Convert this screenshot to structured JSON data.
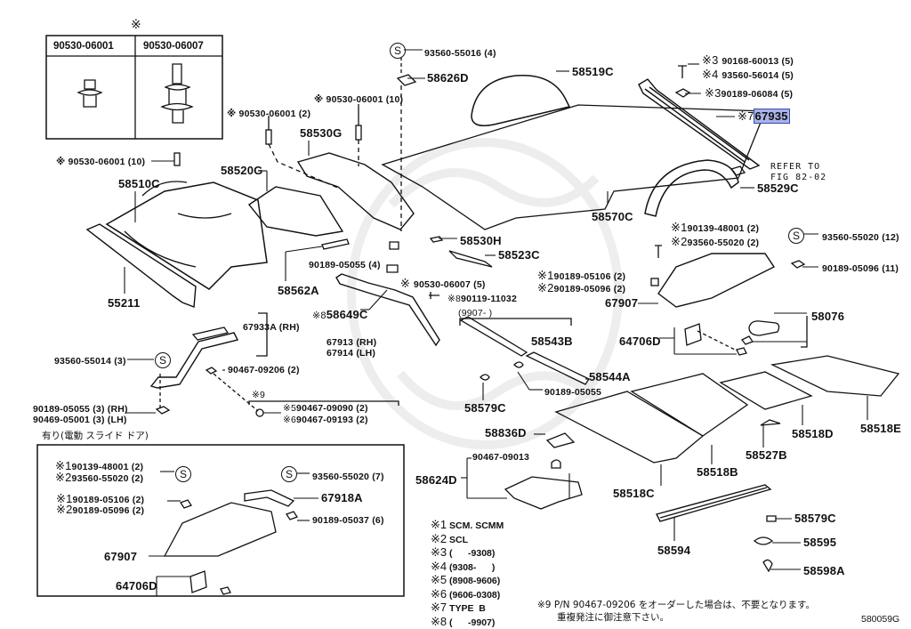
{
  "diagram": {
    "title_code": "580059G",
    "inset_table": {
      "mark": "※",
      "columns": [
        "90530-06001",
        "90530-06007"
      ]
    },
    "labels": {
      "l_90530_06001_10a": "※ 90530-06001 (10)",
      "l_90530_06001_2": "※ 90530-06001 (2)",
      "l_90530_06001_10b": "※ 90530-06001 (10)",
      "l_93560_55016": "93560-55016 (4)",
      "l_58626D": "58626D",
      "l_58519C": "58519C",
      "l_58530G": "58530G",
      "l_58520G": "58520G",
      "l_58510C": "58510C",
      "l_55211": "55211",
      "l_58562A": "58562A",
      "l_90189_05055_4": "90189-05055 (4)",
      "l_90530_06007_5": "90530-06007 (5)",
      "l_90119_11032": "90119-11032",
      "l_58530H": "58530H",
      "l_58523C": "58523C",
      "l_58570C": "58570C",
      "l_58529C": "58529C",
      "l_refer": "REFER TO",
      "l_refer2": "FIG 82-02",
      "l_67935": "67935",
      "l_90168_60013": "90168-60013 (5)",
      "l_93560_56014": "93560-56014 (5)",
      "l_90189_06084": "90189-06084 (5)",
      "l_90139_48001_r": "90139-48001 (2)",
      "l_93560_55020_r2": "93560-55020 (2)",
      "l_93560_55020_12": "93560-55020 (12)",
      "l_90189_05096_11": "90189-05096 (11)",
      "l_90189_05106_c": "90189-05106 (2)",
      "l_90189_05096_c": "90189-05096 (2)",
      "l_67907_r": "67907",
      "l_58076": "58076",
      "l_64706D_r": "64706D",
      "l_58649C": "58649C",
      "l_9907": "(9907-        )",
      "l_58543B": "58543B",
      "l_58544A": "58544A",
      "l_90189_05055": "90189-05055",
      "l_58579C_a": "58579C",
      "l_67933A": "67933A (RH)",
      "l_67913": "67913 (RH)",
      "l_67914": "67914 (LH)",
      "l_93560_55014": "93560-55014 (3)",
      "l_90467_09206": "90467-09206 (2)",
      "l_note9": "※9",
      "l_90467_09090": "90467-09090 (2)",
      "l_90467_09193": "90467-09193 (2)",
      "l_90189_05055_3": "90189-05055 (3) (RH)",
      "l_90469_05001_3": "90469-05001 (3) (LH)",
      "l_58836D": "58836D",
      "l_90467_09013": "90467-09013",
      "l_58624D": "58624D",
      "l_58518C": "58518C",
      "l_58518B": "58518B",
      "l_58527B": "58527B",
      "l_58518D": "58518D",
      "l_58518E": "58518E",
      "l_58594": "58594",
      "l_58579C_b": "58579C",
      "l_58595": "58595",
      "l_58598A": "58598A"
    },
    "sub_box": {
      "caption": "有り(電動 スライド ドア)",
      "labels": {
        "b_90139_48001": "90139-48001 (2)",
        "b_93560_55020_2": "93560-55020 (2)",
        "b_90189_05106": "90189-05106 (2)",
        "b_90189_05096": "90189-05096 (2)",
        "b_93560_55020_7": "93560-55020 (7)",
        "b_67918A": "67918A",
        "b_90189_05037": "90189-05037 (6)",
        "b_67907": "67907",
        "b_64706D": "64706D"
      }
    },
    "legend": [
      {
        "mark": "※1",
        "text": "SCM. SCMM"
      },
      {
        "mark": "※2",
        "text": "SCL"
      },
      {
        "mark": "※3",
        "text": "(      -9308)"
      },
      {
        "mark": "※4",
        "text": "(9308-      )"
      },
      {
        "mark": "※5",
        "text": "(8908-9606)"
      },
      {
        "mark": "※6",
        "text": "(9606-0308)"
      },
      {
        "mark": "※7",
        "text": "TYPE  B"
      },
      {
        "mark": "※8",
        "text": "(      -9907)"
      }
    ],
    "footnote": {
      "line1": "※9 P/N 90467-09206 をオーダーした場合は、不要となります。",
      "line2": "重複発注に御注意下さい。"
    },
    "highlighted_part": "67935"
  }
}
